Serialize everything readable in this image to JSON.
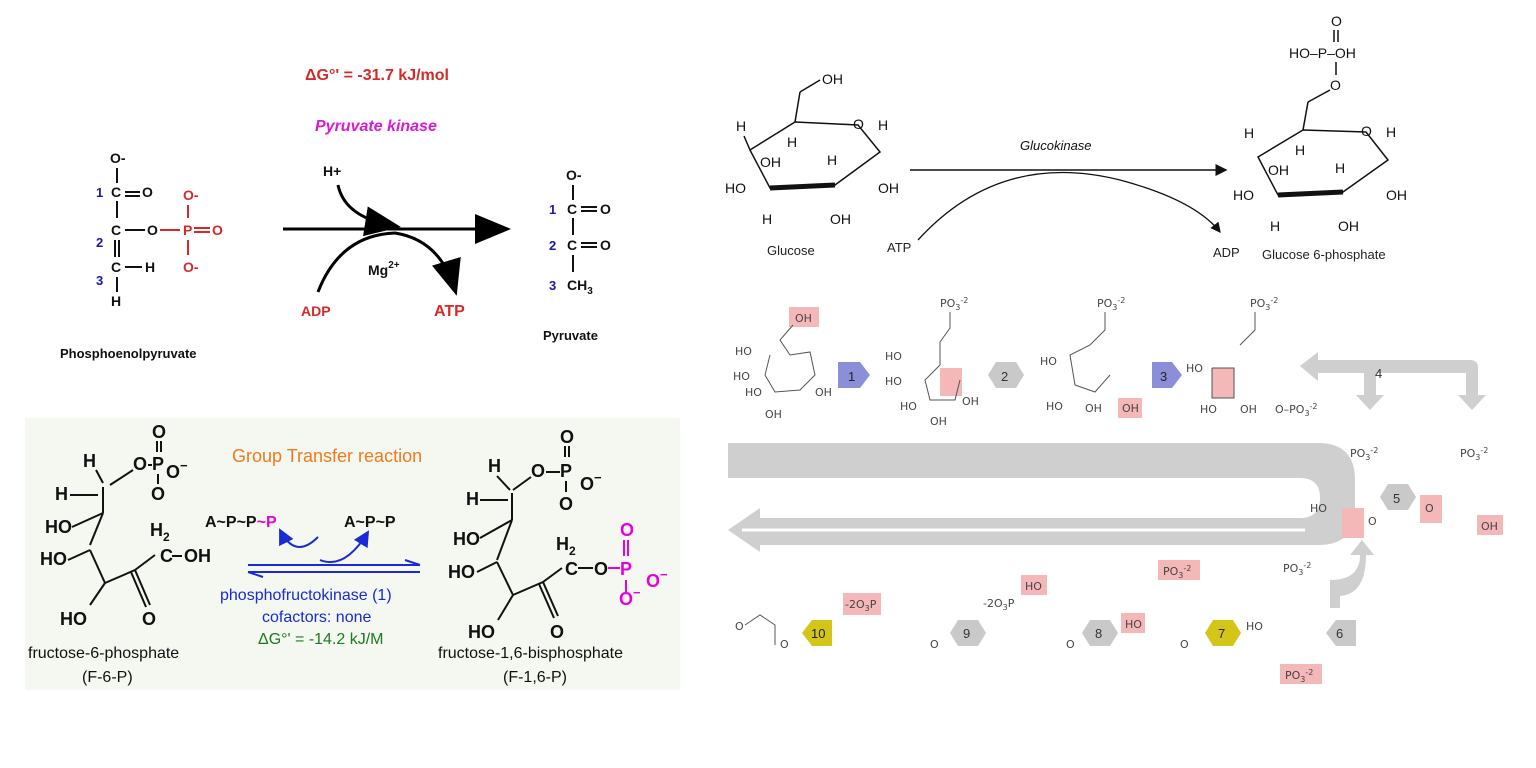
{
  "pk": {
    "delta_g": "ΔG°' = -31.7 kJ/mol",
    "enzyme": "Pyruvate kinase",
    "h_plus": "H+",
    "mg": "Mg",
    "mg_charge": "2+",
    "adp": "ADP",
    "atp": "ATP",
    "substrate": "Phosphoenolpyruvate",
    "product": "Pyruvate",
    "carbons": [
      "1",
      "2",
      "3"
    ]
  },
  "pfk": {
    "title": "Group Transfer reaction",
    "donor": "A~P~P~P",
    "acceptor": "A~P~P",
    "enzyme": "phosphofructokinase (1)",
    "cofactors": "cofactors: none",
    "delta_g": "ΔG°' = -14.2 kJ/M",
    "substrate_name": "fructose-6-phosphate",
    "substrate_abbr": "(F-6-P)",
    "product_name": "fructose-1,6-bisphosphate",
    "product_abbr": "(F-1,6-P)",
    "colors": {
      "enzyme": "#1a2ad6",
      "delta_g": "#1d7a1d",
      "title": "#f07a1c",
      "phosphate": "#e800e0",
      "panel_bg": "#f4f8f1"
    }
  },
  "gk": {
    "enzyme": "Glucokinase",
    "substrate": "Glucose",
    "product": "Glucose 6-phosphate",
    "atp": "ATP",
    "adp": "ADP"
  },
  "glycolysis": {
    "steps": [
      "1",
      "2",
      "3",
      "4",
      "5",
      "6",
      "7",
      "8",
      "9",
      "10"
    ],
    "colors": {
      "step_blue": "#8b8fd8",
      "step_gray": "#c9c9c9",
      "step_yellow": "#d4c619",
      "highlight": "#f4b8b8",
      "big_arrow": "#cfcfcf"
    }
  },
  "colors": {
    "red": "#d42a2a",
    "magenta": "#d91ad9",
    "blue_num": "#1a1aaa"
  }
}
